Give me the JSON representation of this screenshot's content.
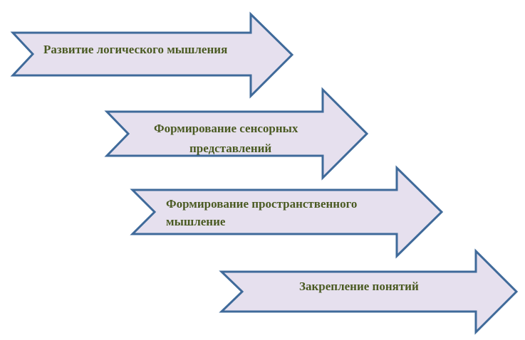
{
  "arrows": [
    {
      "label": "Развитие логического мышления"
    },
    {
      "label_line1": "Формирование сенсорных",
      "label_line2": "представлений"
    },
    {
      "label_line1": "Формирование пространственного",
      "label_line2": "мышление"
    },
    {
      "label": "Закрепление понятий"
    }
  ],
  "colors": {
    "fill": "#e6e0ee",
    "stroke": "#3f6a9a",
    "text": "#4a5a22"
  }
}
